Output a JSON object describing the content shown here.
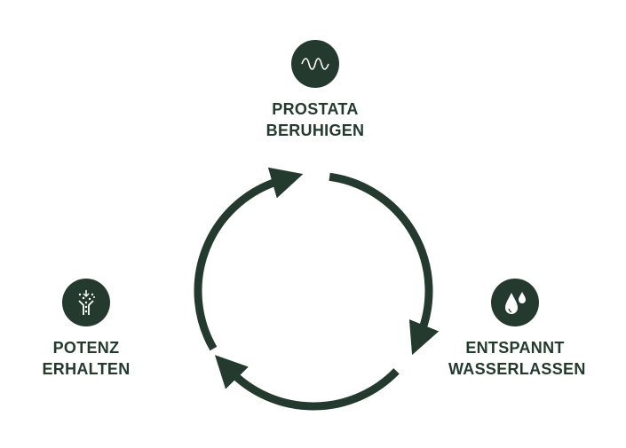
{
  "color": "#243a2e",
  "nodes": [
    {
      "icon": "wave-icon",
      "line1": "PROSTATA",
      "line2": "BERUHIGEN"
    },
    {
      "icon": "water-drops-icon",
      "line1": "ENTSPANNT",
      "line2": "WASSERLASSEN"
    },
    {
      "icon": "tree-sparkle-icon",
      "line1": "POTENZ",
      "line2": "ERHALTEN"
    }
  ]
}
